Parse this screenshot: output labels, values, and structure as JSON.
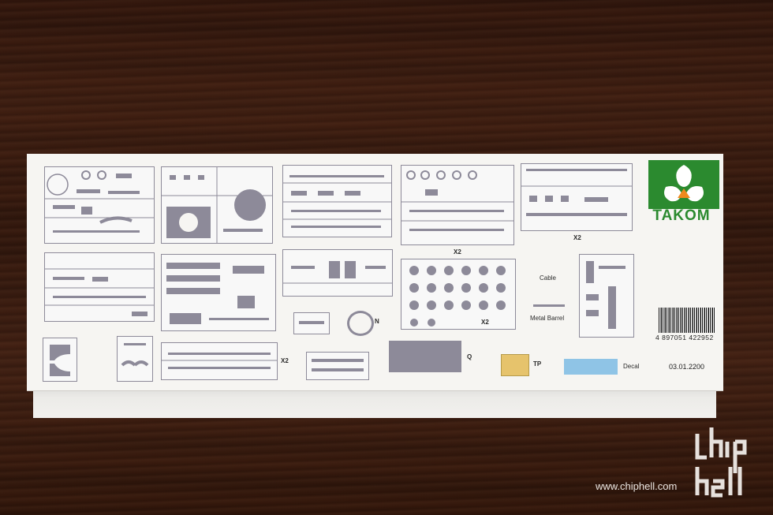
{
  "brand": {
    "name": "TAKOM",
    "primary_color": "#2b8a2f",
    "secondary_color": "#f08a1e"
  },
  "labels": {
    "x2_a": "X2",
    "x2_b": "X2",
    "x2_c": "X2",
    "x2_d": "X2",
    "n": "N",
    "q": "Q",
    "tp": "TP",
    "cable": "Cable",
    "metal_barrel": "Metal Barrel",
    "decal": "Decal"
  },
  "barcode_number": "4 897051 422952",
  "product_code": "03.01.2200",
  "watermark": {
    "url": "www.chiphell.com",
    "logo_text": "chiphell"
  }
}
